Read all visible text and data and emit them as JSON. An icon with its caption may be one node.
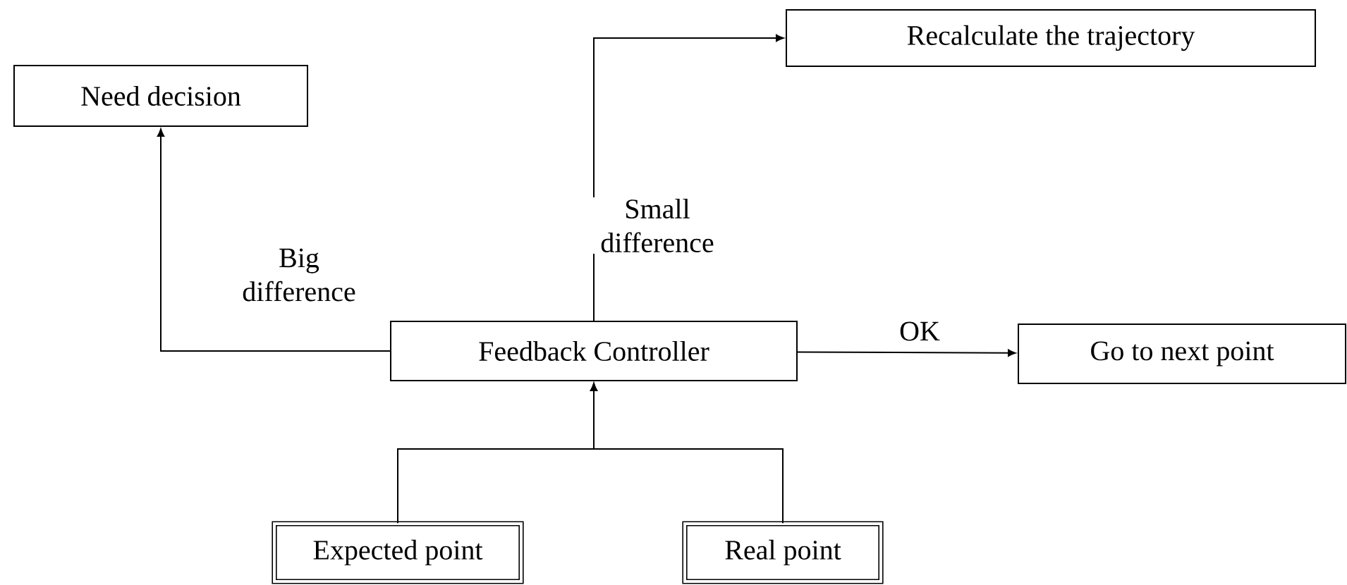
{
  "diagram": {
    "nodes": [
      {
        "text": [
          "Need decision"
        ]
      },
      {
        "text": [
          "Recalculate the trajectory"
        ]
      },
      {
        "text": [
          "Feedback Controller"
        ]
      },
      {
        "text": [
          "Go to next point"
        ]
      },
      {
        "text": [
          "Expected point"
        ]
      },
      {
        "text": [
          "Real point"
        ]
      }
    ],
    "edges": [
      {
        "from": 2,
        "to": 0,
        "arrow": "to",
        "label": "Big difference"
      },
      {
        "from": 2,
        "to": 1,
        "arrow": "to",
        "label": "Small difference"
      },
      {
        "from": 2,
        "to": 3,
        "arrow": "to",
        "label": "OK"
      },
      {
        "from": 4,
        "to": 2,
        "arrow": "to"
      },
      {
        "from": 5,
        "to": 2,
        "arrow": "to"
      }
    ]
  }
}
